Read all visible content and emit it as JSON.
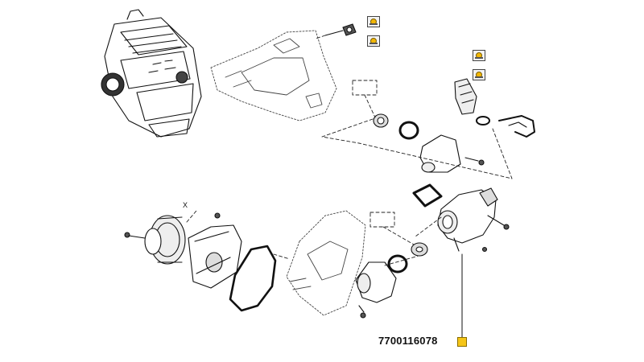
{
  "part_number": "7700116078",
  "callout_label": "X",
  "colors": {
    "line": "#111111",
    "gasket": "#222222",
    "tag_fill": "#f5c518",
    "badge_fill": "#f2b705"
  },
  "icons": [
    "engine-block-illustration",
    "coolant-temp-sensor-icon",
    "thermostat-icon",
    "water-pump-icon",
    "badge-icon"
  ]
}
